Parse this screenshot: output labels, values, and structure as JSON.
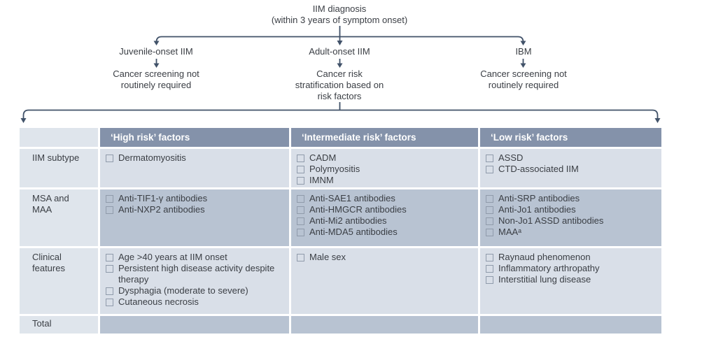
{
  "colors": {
    "connector": "#415269",
    "header_bg": "#8492aa",
    "row_light": "#d9dfe8",
    "row_dark": "#b8c3d2",
    "label_col": "#dfe5ec",
    "checkbox_border": "#909bab",
    "text_color": "#3a3e44"
  },
  "flowchart": {
    "root": {
      "line1": "IIM diagnosis",
      "line2": "(within 3 years of symptom onset)"
    },
    "branches": [
      {
        "label": "Juvenile-onset IIM",
        "outcome_lines": [
          "Cancer screening not",
          "routinely required"
        ]
      },
      {
        "label": "Adult-onset IIM",
        "outcome_lines": [
          "Cancer risk",
          "stratification based on",
          "risk factors"
        ]
      },
      {
        "label": "IBM",
        "outcome_lines": [
          "Cancer screening not",
          "routinely required"
        ]
      }
    ]
  },
  "table": {
    "column_headers": [
      "‘High risk’ factors",
      "‘Intermediate risk’ factors",
      "‘Low risk’ factors"
    ],
    "rows": [
      {
        "label": "IIM subtype",
        "high": [
          "Dermatomyositis"
        ],
        "intermediate": [
          "CADM",
          "Polymyositis",
          "IMNM"
        ],
        "low": [
          "ASSD",
          "CTD-associated IIM"
        ]
      },
      {
        "label": "MSA and MAA",
        "high": [
          "Anti-TIF1-γ antibodies",
          "Anti-NXP2 antibodies"
        ],
        "intermediate": [
          "Anti-SAE1 antibodies",
          "Anti-HMGCR antibodies",
          "Anti-Mi2 antibodies",
          "Anti-MDA5 antibodies"
        ],
        "low": [
          "Anti-SRP antibodies",
          "Anti-Jo1 antibodies",
          "Non-Jo1 ASSD antibodies",
          "MAAᵃ"
        ]
      },
      {
        "label": "Clinical features",
        "high": [
          "Age >40 years at IIM onset",
          "Persistent high disease activity despite therapy",
          "Dysphagia (moderate to severe)",
          "Cutaneous necrosis"
        ],
        "intermediate": [
          "Male sex"
        ],
        "low": [
          "Raynaud phenomenon",
          "Inflammatory arthropathy",
          "Interstitial lung disease"
        ]
      },
      {
        "label": "Total",
        "high": [],
        "intermediate": [],
        "low": []
      }
    ]
  }
}
